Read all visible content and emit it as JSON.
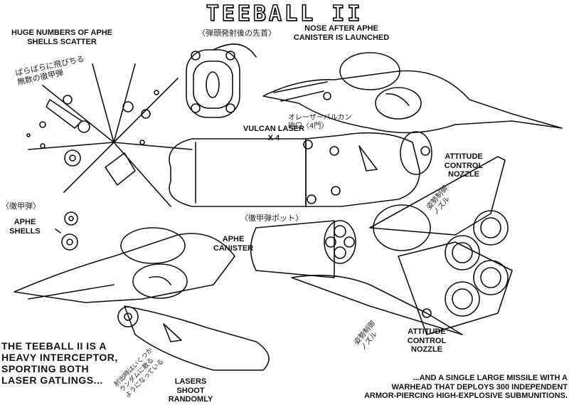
{
  "title": "TEEBALL II",
  "labels": {
    "aphe_scatter": "HUGE NUMBERS OF APHE\nSHELLS SCATTER",
    "aphe_scatter_jp": "ばらばらに飛びちる\n無数の徹甲弾",
    "nose_jp": "〈弾頭発射後の先首〉",
    "nose": "NOSE AFTER APHE\nCANISTER IS LAUNCHED",
    "laser_port_jp": "オレーザーバルカン\n砲口〈4門〉",
    "vulcan": "VULCAN LASER\nX 4",
    "attitude_top": "ATTITUDE\nCONTROL\nNOZZLE",
    "attitude_top_jp": "姿勢制御\nノズル",
    "aphe_jp": "〈徹甲弾〉",
    "aphe_shells": "APHE\nSHELLS",
    "canister_jp": "〈徹甲弾ポット〉",
    "aphe_canister": "APHE\nCANISTER",
    "attitude_bottom_jp": "姿勢制御\nノズル",
    "attitude_bottom": "ATTITUDE\nCONTROL\nNOZZLE",
    "lasers_jp": "射出時はいくつか\nランダムに散る\nようになっている",
    "lasers": "LASERS\nSHOOT\nRANDOMLY",
    "caption_left": "THE TEEBALL II IS A\nHEAVY INTERCEPTOR,\nSPORTING BOTH\nLASER GATLINGS...",
    "caption_right": "...AND A SINGLE LARGE MISSILE WITH A\nWARHEAD THAT DEPLOYS 300 INDEPENDENT\nARMOR-PIERCING HIGH-EXPLOSIVE SUBMUNITIONS."
  }
}
